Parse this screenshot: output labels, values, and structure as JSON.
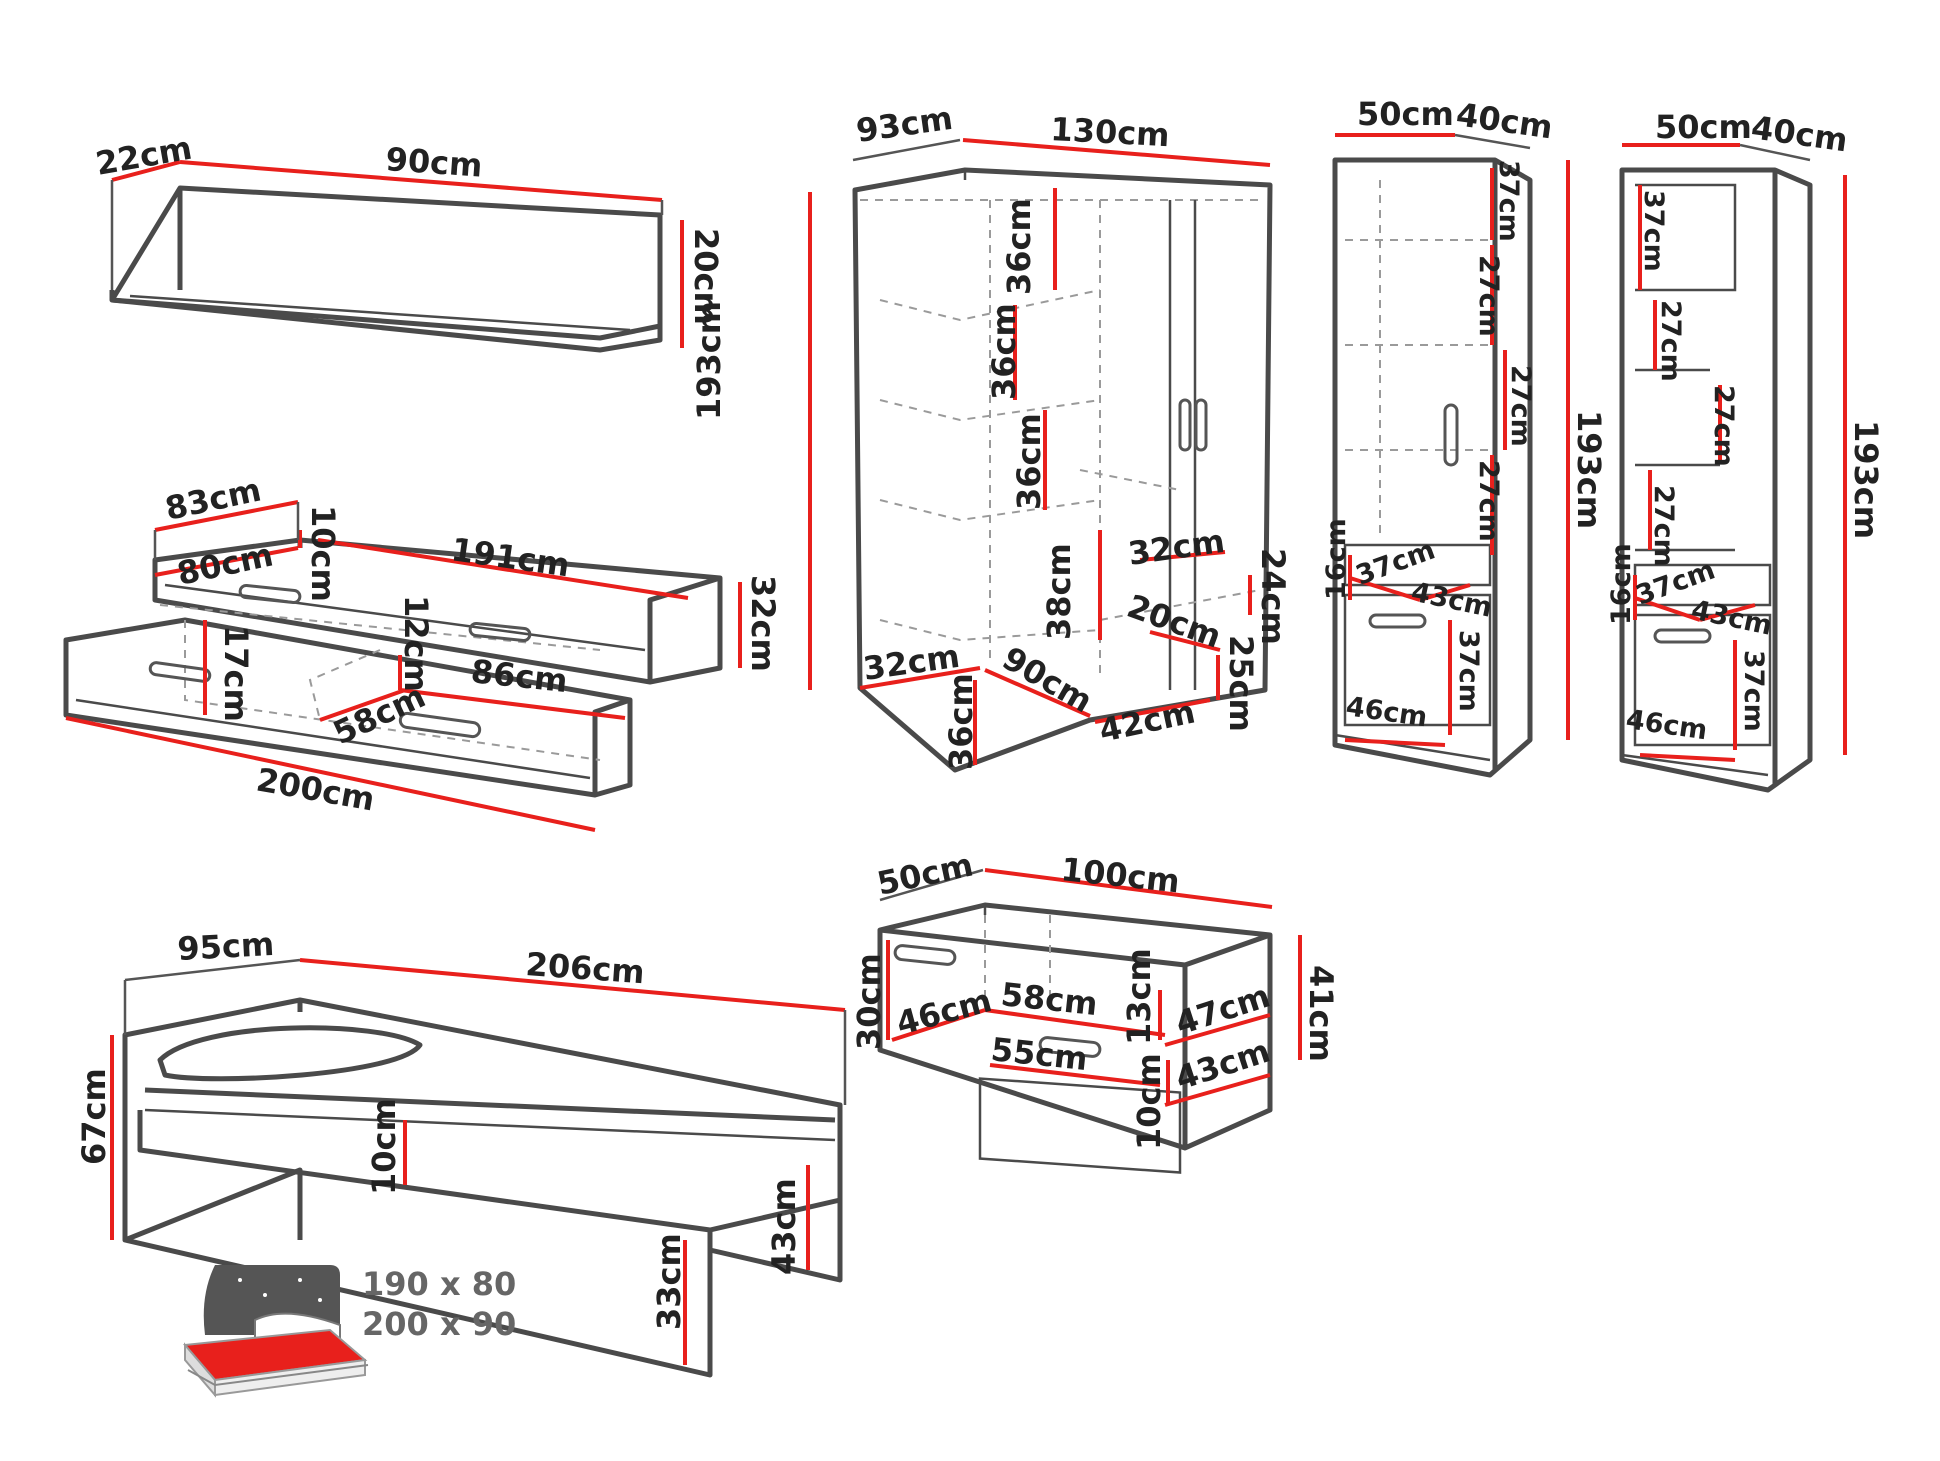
{
  "colors": {
    "dimension_line": "#e8201c",
    "outline": "#4a4a4a",
    "dashed": "#9a9a9a",
    "text": "#222222",
    "mattress": "#e8201c"
  },
  "shelf": {
    "depth": "22cm",
    "width": "90cm",
    "height": "20cm"
  },
  "trundle_bed": {
    "depth": "83cm",
    "inner_depth": "80cm",
    "frame_height": "10cm",
    "length": "191cm",
    "height": "32cm",
    "drawer_gap": "12cm",
    "drawer_height": "17cm",
    "drawer_length": "86cm",
    "drawer_depth": "58cm",
    "total_length": "200cm"
  },
  "corner_wardrobe": {
    "depth": "93cm",
    "width": "130cm",
    "height": "193cm",
    "shelf_1": "36cm",
    "shelf_2": "36cm",
    "shelf_3": "36cm",
    "shelf_4": "38cm",
    "side_depth": "32cm",
    "front": "90cm",
    "base": "36cm",
    "compartment_width": "32cm",
    "compartment_height": "24cm",
    "compartment_depth": "20cm",
    "lower_height": "25cm",
    "base_width": "42cm"
  },
  "cabinet_door": {
    "width": "50cm",
    "depth": "40cm",
    "height": "193cm",
    "shelf_1": "37cm",
    "shelf_2": "27cm",
    "shelf_3": "27cm",
    "shelf_4": "27cm",
    "drawer_height": "16cm",
    "drawer_inner": "37cm",
    "drawer_width": "43cm",
    "lower_height": "37cm",
    "lower_width": "46cm"
  },
  "bookcase": {
    "width": "50cm",
    "depth": "40cm",
    "height": "193cm",
    "shelf_1": "37cm",
    "shelf_2": "27cm",
    "shelf_3": "27cm",
    "shelf_4": "27cm",
    "drawer_height": "16cm",
    "drawer_inner": "37cm",
    "drawer_width": "43cm",
    "lower_height": "37cm",
    "lower_width": "46cm"
  },
  "desk": {
    "depth": "50cm",
    "width": "100cm",
    "height": "41cm",
    "side_height": "30cm",
    "side_depth": "46cm",
    "drawer_width": "58cm",
    "drawer_gap": "13cm",
    "drawer_depth": "47cm",
    "drawer2_width": "55cm",
    "drawer2_depth": "43cm",
    "base_height": "10cm"
  },
  "single_bed": {
    "depth": "95cm",
    "length": "206cm",
    "headboard_height": "67cm",
    "mattress_height": "10cm",
    "footboard_height": "43cm",
    "clearance": "33cm"
  },
  "mattress_sizes": [
    "190 x 80",
    "200 x 90"
  ]
}
